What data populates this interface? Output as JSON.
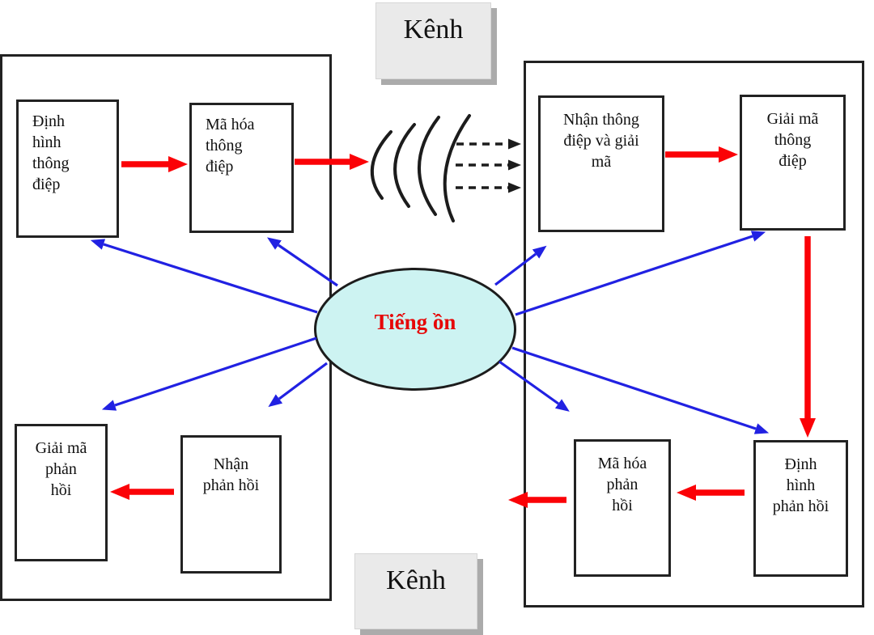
{
  "palette": {
    "flow_arrow_red": "#fb0207",
    "noise_arrow_blue": "#2121e2",
    "line_black": "#1c1c1c",
    "noise_fill": "#cdf3f2",
    "noise_text_red": "#e60808",
    "channel_fill": "#eaeaea",
    "channel_shadow": "#ababab"
  },
  "channel_top": {
    "label": "Kênh"
  },
  "channel_bottom": {
    "label": "Kênh"
  },
  "noise_ellipse": {
    "label": "Tiếng ồn"
  },
  "sender_boxes": {
    "shape_message": {
      "lines": [
        "Định",
        "hình",
        "thông",
        "điệp"
      ]
    },
    "encode_message": {
      "lines": [
        "Mã hóa",
        "thông",
        "điệp"
      ]
    },
    "decode_feedback": {
      "lines": [
        "Giải mã",
        "phản",
        "hồi"
      ]
    },
    "receive_feedback": {
      "lines": [
        "Nhận",
        "phản hồi"
      ]
    }
  },
  "receiver_boxes": {
    "receive_decode_message": {
      "lines": [
        "Nhận thông",
        "điệp và giải",
        "mã"
      ]
    },
    "decode_message": {
      "lines": [
        "Giải mã",
        "thông",
        "điệp"
      ]
    },
    "encode_feedback": {
      "lines": [
        "Mã hóa",
        "phản",
        "hồi"
      ]
    },
    "shape_feedback": {
      "lines": [
        "Định",
        "hình",
        "phản hồi"
      ]
    }
  }
}
